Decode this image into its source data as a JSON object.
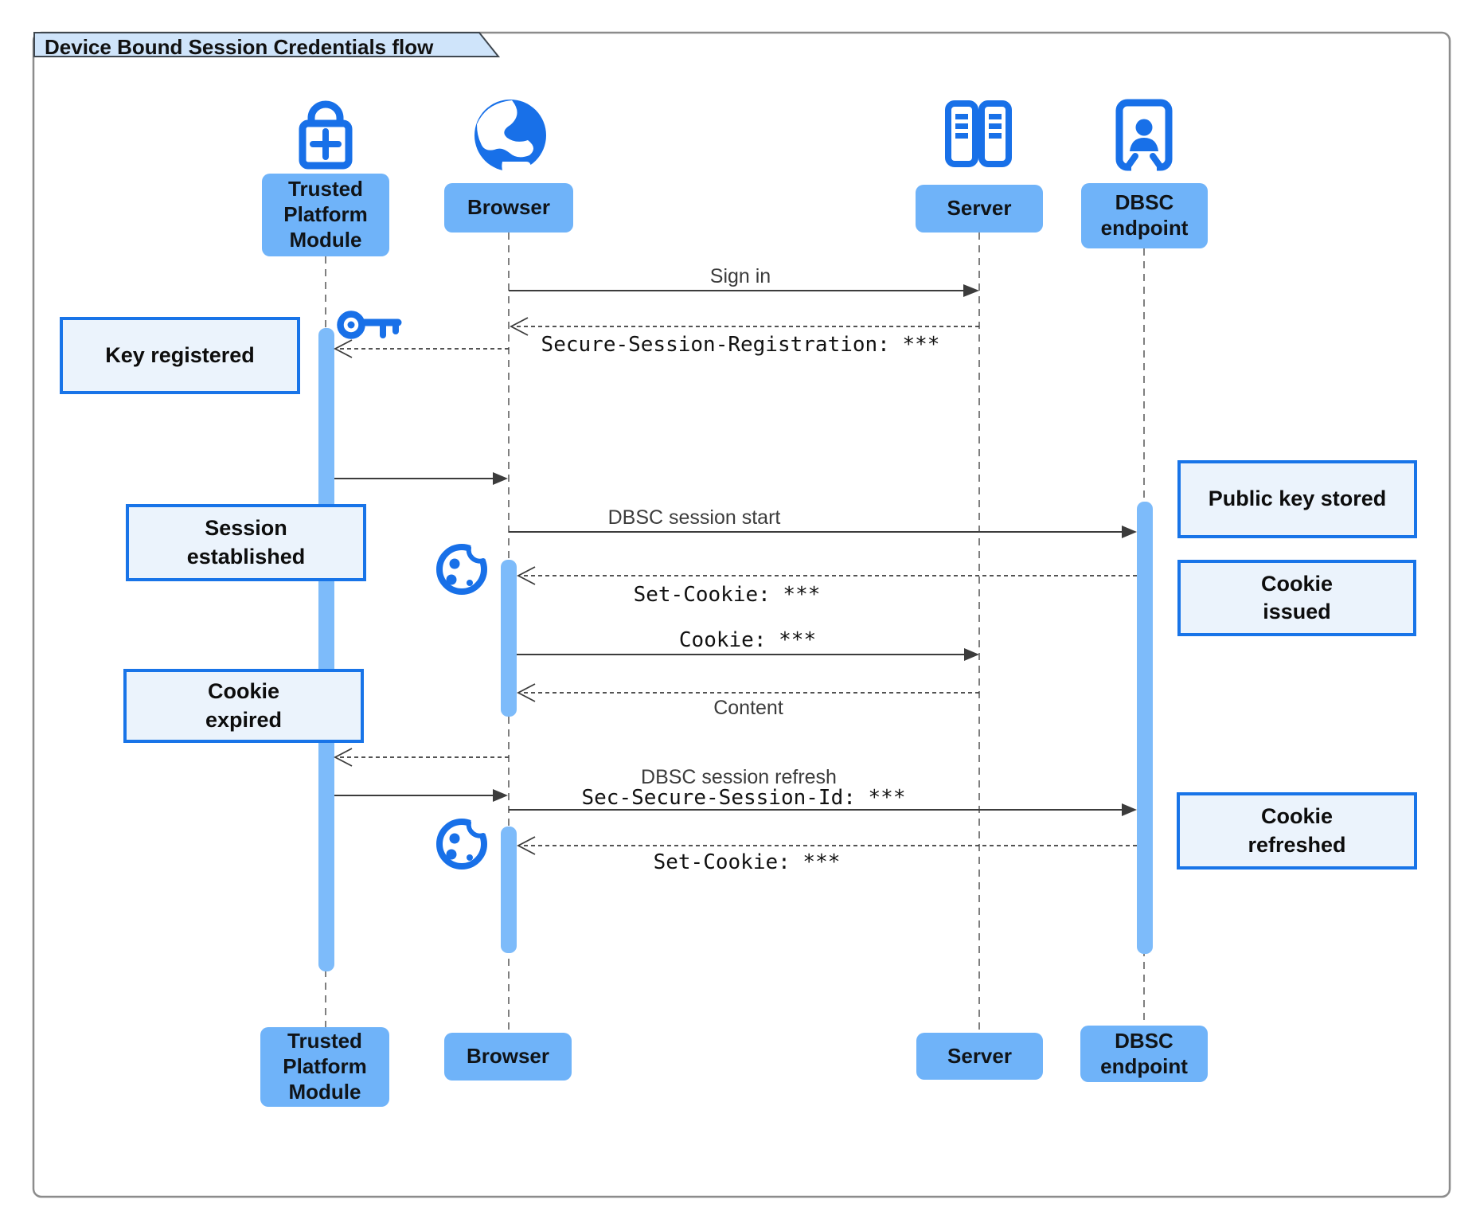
{
  "title": "Device Bound Session Credentials flow",
  "participants": {
    "tpm": {
      "label": "Trusted\nPlatform\nModule",
      "icon": "lock-plus-icon"
    },
    "browser": {
      "label": "Browser",
      "icon": "globe-icon"
    },
    "server": {
      "label": "Server",
      "icon": "server-towers-icon"
    },
    "dbsc": {
      "label": "DBSC\nendpoint",
      "icon": "badge-person-icon"
    }
  },
  "messages": {
    "sign_in": "Sign in",
    "secure_session_registration": "Secure-Session-Registration: ***",
    "dbsc_session_start": "DBSC session start",
    "set_cookie_1": "Set-Cookie: ***",
    "cookie": "Cookie: ***",
    "content": "Content",
    "dbsc_session_refresh": "DBSC session refresh",
    "sec_secure_session_id": "Sec-Secure-Session-Id: ***",
    "set_cookie_2": "Set-Cookie: ***"
  },
  "notes": {
    "key_registered": "Key registered",
    "session_established": "Session\nestablished",
    "cookie_expired": "Cookie\nexpired",
    "public_key_stored": "Public key stored",
    "cookie_issued": "Cookie\nissued",
    "cookie_refreshed": "Cookie\nrefreshed"
  },
  "decorations": {
    "key_icon": "key-icon",
    "cookie_icon_1": "cookie-icon",
    "cookie_icon_2": "cookie-icon"
  },
  "colors": {
    "actor_fill": "#6FB3F9",
    "activation_fill": "#7DBBFA",
    "note_fill": "#EBF3FC",
    "note_border": "#1874E8",
    "icon_blue": "#1870E8",
    "title_tab_fill": "#CFE4FA",
    "frame_border": "#8C8C8C",
    "line_color": "#3c3c3c"
  }
}
